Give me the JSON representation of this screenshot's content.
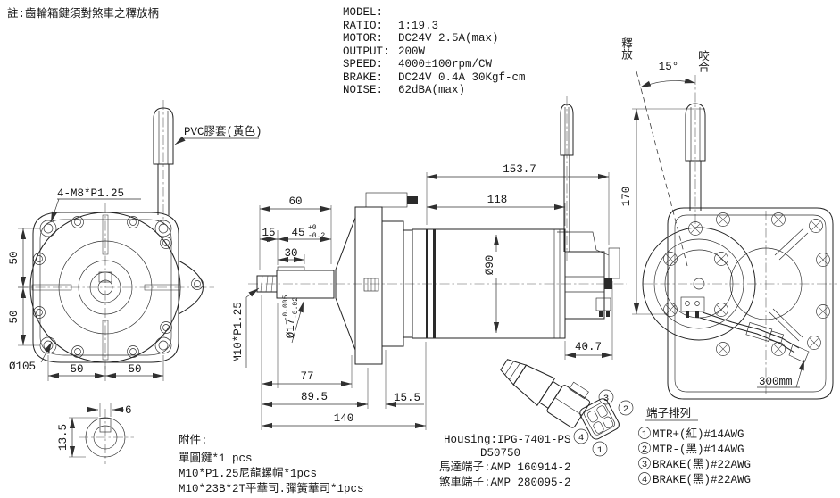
{
  "note": "註:齒輪箱鍵須對煞車之釋放柄",
  "specs": {
    "rows": [
      {
        "label": "MODEL:",
        "value": ""
      },
      {
        "label": "RATIO:",
        "value": "1:19.3"
      },
      {
        "label": "MOTOR:",
        "value": "DC24V  2.5A(max)"
      },
      {
        "label": "OUTPUT:",
        "value": "200W"
      },
      {
        "label": "SPEED:",
        "value": "4000±100rpm/CW"
      },
      {
        "label": "BRAKE:",
        "value": "DC24V 0.4A 30Kgf-cm"
      },
      {
        "label": "NOISE:",
        "value": "62dBA(max)"
      }
    ]
  },
  "front_view": {
    "bolt_callout": "4-M8*P1.25",
    "pvc_callout": "PVC膠套(黃色)",
    "dim_left_top": "50",
    "dim_left_bottom": "50",
    "dim_bottom_left": "50",
    "dim_bottom_right": "50",
    "dia_105": "Ø105"
  },
  "key_detail": {
    "dim_width": "6",
    "dim_height": "13.5"
  },
  "side_view": {
    "dim_60": "60",
    "dim_15": "15",
    "dim_45": "45",
    "tol_45_up": "+0",
    "tol_45_dn": "-0.2",
    "dim_30": "30",
    "thread_callout": "M10*P1.25",
    "dia_17": "Ø17",
    "tol_17_up": "-0.005",
    "tol_17_dn": "-0.02",
    "dim_77": "77",
    "dim_89_5": "89.5",
    "dim_15_5": "15.5",
    "dim_140": "140",
    "dim_153_7": "153.7",
    "dim_118": "118",
    "dia_90": "Ø90",
    "dim_40_7": "40.7"
  },
  "rear_view": {
    "release_label": "釋放",
    "engage_label": "咬合",
    "angle_label": "15°",
    "dim_170": "170",
    "cable_length": "300mm"
  },
  "accessories": {
    "title": "附件:",
    "items": [
      "單圓鍵*1 pcs",
      "M10*P1.25尼龍螺帽*1pcs",
      "M10*23B*2T平華司.彈簧華司*1pcs"
    ]
  },
  "connector": {
    "housing": "Housing:IPG-7401-PS",
    "housing_code": "D50750",
    "motor_terminal": "馬達端子:AMP 160914-2",
    "brake_terminal": "煞車端子:AMP 280095-2",
    "pin_a": "3",
    "pin_b": "2",
    "pin_c": "4",
    "pin_d": "1"
  },
  "terminals": {
    "title": "端子排列",
    "items": [
      {
        "num": "1",
        "text": "MTR+(紅)#14AWG"
      },
      {
        "num": "2",
        "text": "MTR-(黑)#14AWG"
      },
      {
        "num": "3",
        "text": "BRAKE(黑)#22AWG"
      },
      {
        "num": "4",
        "text": "BRAKE(黑)#22AWG"
      }
    ]
  }
}
